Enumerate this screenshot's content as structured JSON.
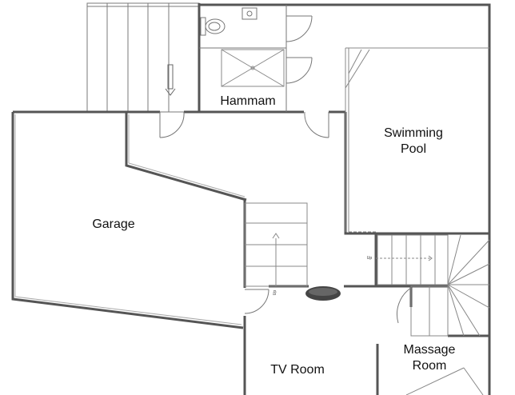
{
  "rooms": {
    "hammam": "Hammam",
    "swimming_pool": {
      "line1": "Swimming",
      "line2": "Pool"
    },
    "garage": "Garage",
    "tv_room": "TV Room",
    "massage_room": {
      "line1": "Massage",
      "line2": "Room"
    }
  },
  "stair_labels": {
    "main_stair": "Up",
    "right_stair": "Up"
  },
  "colors": {
    "wall": "#555555",
    "wall_fill": "#d0d0d0",
    "line": "#7a7a7a",
    "background": "#ffffff"
  }
}
